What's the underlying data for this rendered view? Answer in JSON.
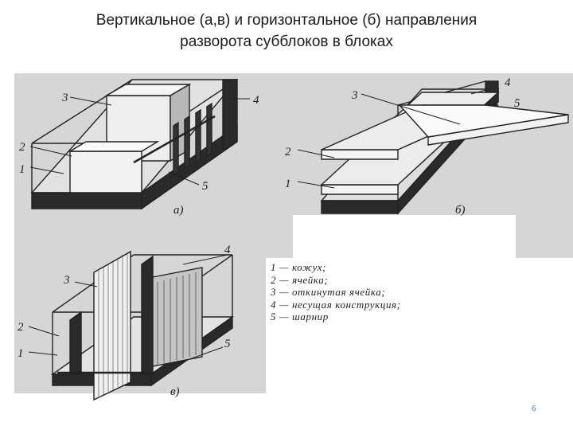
{
  "slide": {
    "title_line1": "Вертикальное (а,в) и горизонтальное (б) направления",
    "title_line2": "разворота субблоков в блоках",
    "page_number": "6"
  },
  "figure": {
    "panel_a": {
      "caption": "а)",
      "labels": [
        "1",
        "2",
        "3",
        "4",
        "5"
      ]
    },
    "panel_b": {
      "caption": "б)",
      "labels": [
        "1",
        "2",
        "3",
        "4",
        "5"
      ]
    },
    "panel_c": {
      "caption": "в)",
      "labels": [
        "1",
        "2",
        "3",
        "4",
        "5"
      ]
    },
    "legend": [
      "1 — кожух;",
      "2 — ячейка;",
      "3 — откинутая ячейка;",
      "4 — несущая конструкция;",
      "5 — шарнир"
    ]
  }
}
